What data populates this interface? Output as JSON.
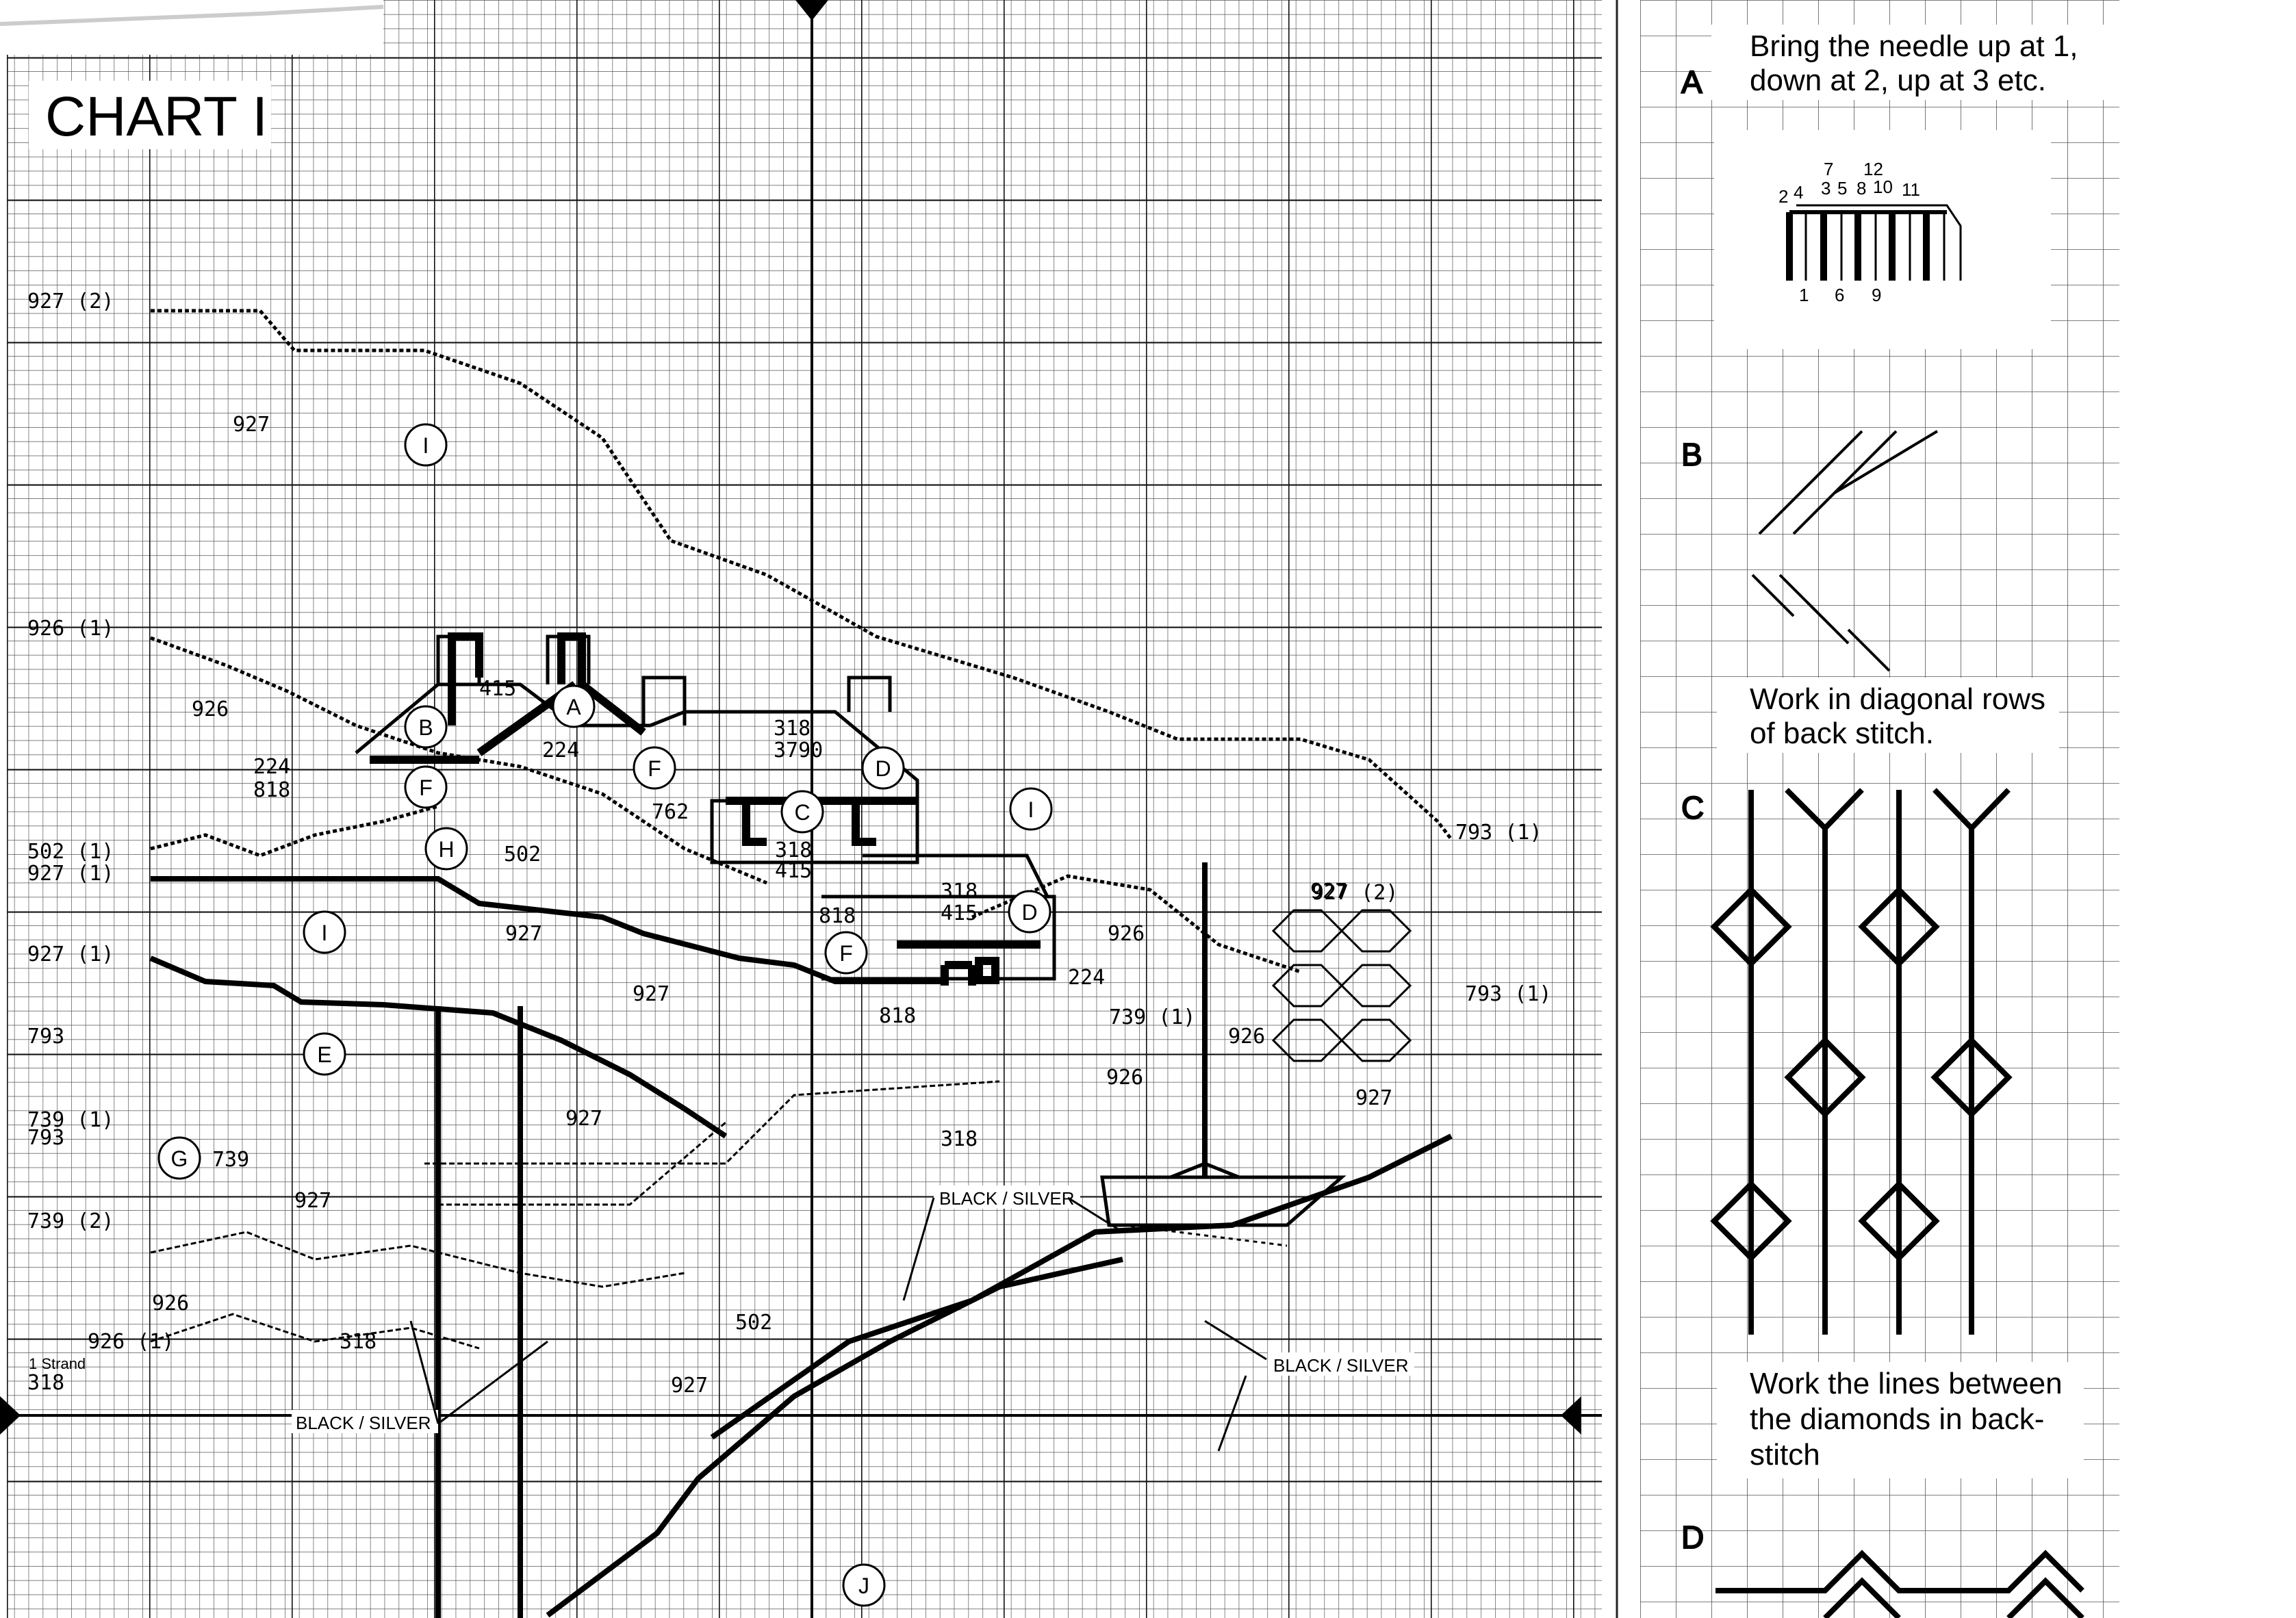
{
  "chart": {
    "title": "CHART I",
    "labels": [
      {
        "id": "l1",
        "text": "927 (2)"
      },
      {
        "id": "l2",
        "text": "927"
      },
      {
        "id": "l3",
        "text": "926 (1)"
      },
      {
        "id": "l4",
        "text": "926"
      },
      {
        "id": "l5",
        "text": "415"
      },
      {
        "id": "l6",
        "text": "224"
      },
      {
        "id": "l7",
        "text": "224"
      },
      {
        "id": "l8",
        "text": "818"
      },
      {
        "id": "l9",
        "text": "318"
      },
      {
        "id": "l10",
        "text": "3790"
      },
      {
        "id": "l11",
        "text": "762"
      },
      {
        "id": "l12",
        "text": "318"
      },
      {
        "id": "l13",
        "text": "415"
      },
      {
        "id": "l14",
        "text": "318"
      },
      {
        "id": "l15",
        "text": "415"
      },
      {
        "id": "l16",
        "text": "818"
      },
      {
        "id": "l17",
        "text": "502 (1)"
      },
      {
        "id": "l18",
        "text": "927 (1)"
      },
      {
        "id": "l19",
        "text": "502"
      },
      {
        "id": "l20",
        "text": "927"
      },
      {
        "id": "l21",
        "text": "927 (1)"
      },
      {
        "id": "l22",
        "text": "927"
      },
      {
        "id": "l23",
        "text": "926"
      },
      {
        "id": "l24",
        "text": "224"
      },
      {
        "id": "l25",
        "text": "818"
      },
      {
        "id": "l26",
        "text": "739 (1)"
      },
      {
        "id": "l27",
        "text": "793"
      },
      {
        "id": "l28",
        "text": "926"
      },
      {
        "id": "l29",
        "text": "926"
      },
      {
        "id": "l30",
        "text": "927"
      },
      {
        "id": "l31",
        "text": "739 (1)"
      },
      {
        "id": "l32",
        "text": "793"
      },
      {
        "id": "l33",
        "text": "927"
      },
      {
        "id": "l34",
        "text": "739"
      },
      {
        "id": "l35",
        "text": "318"
      },
      {
        "id": "l36",
        "text": "927"
      },
      {
        "id": "l37",
        "text": "739 (2)"
      },
      {
        "id": "l38",
        "text": "927"
      },
      {
        "id": "l39",
        "text": "926"
      },
      {
        "id": "l40",
        "text": "926 (1)"
      },
      {
        "id": "l41",
        "text": "318"
      },
      {
        "id": "l42",
        "text": "318"
      },
      {
        "id": "l43",
        "text": "502"
      },
      {
        "id": "l44",
        "text": "927"
      },
      {
        "id": "l45",
        "text": "927 (2)"
      },
      {
        "id": "l46",
        "text": "793 (1)"
      },
      {
        "id": "l47",
        "text": "793 (1)"
      }
    ],
    "strand_note": "1 Strand",
    "black_silver": "BLACK / SILVER",
    "keys": [
      "A",
      "B",
      "C",
      "D",
      "E",
      "F",
      "G",
      "H",
      "I",
      "J"
    ]
  },
  "side_panel": {
    "sections": [
      {
        "letter": "A",
        "text_lines": [
          "Bring the needle up at 1,",
          "down at 2, up at 3 etc."
        ]
      },
      {
        "letter": "B",
        "text_lines": [
          "Work in diagonal rows",
          "of back stitch."
        ]
      },
      {
        "letter": "C",
        "text_lines": [
          "Work the lines between",
          "the diamonds in back-",
          "stitch"
        ]
      },
      {
        "letter": "D",
        "text_lines": []
      }
    ],
    "stitch_numbers_top": [
      "7",
      "12",
      "2",
      "4",
      "3",
      "5",
      "8",
      "10",
      "11"
    ],
    "stitch_numbers_bottom": [
      "1",
      "6",
      "9"
    ]
  }
}
